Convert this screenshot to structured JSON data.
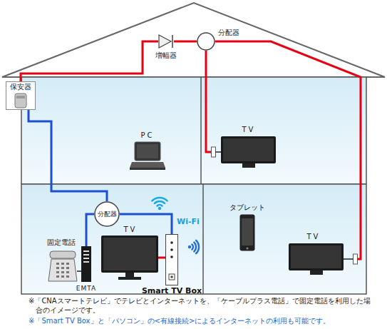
{
  "diagram": {
    "nodes": [
      {
        "text": [
          "増幅器"
        ]
      },
      {
        "text": [
          "分配器"
        ]
      },
      {
        "text": [
          "保安器"
        ]
      },
      {
        "text": [
          "PC"
        ]
      },
      {
        "text": [
          "TV"
        ]
      },
      {
        "text": [
          "分配器"
        ]
      },
      {
        "text": [
          "タブレット"
        ]
      },
      {
        "text": [
          "固定電話"
        ]
      },
      {
        "text": [
          "TV"
        ]
      },
      {
        "text": [
          "TV"
        ]
      },
      {
        "text": [
          "EMTA"
        ]
      },
      {
        "text": [
          "Smart TV Box"
        ]
      }
    ],
    "edges": [
      {
        "from": 2,
        "to": 0,
        "arrow": "none"
      },
      {
        "from": 0,
        "to": 1,
        "arrow": "none"
      },
      {
        "from": 1,
        "to": 4,
        "arrow": "none"
      },
      {
        "from": 1,
        "to": 9,
        "arrow": "none"
      },
      {
        "from": 2,
        "to": 5,
        "arrow": "none"
      },
      {
        "from": 5,
        "to": 10,
        "arrow": "none"
      },
      {
        "from": 5,
        "to": 11,
        "arrow": "none"
      },
      {
        "from": 10,
        "to": 7,
        "arrow": "none"
      },
      {
        "from": 8,
        "to": 11,
        "arrow": "none"
      }
    ],
    "labels": [
      "Wi-Fi",
      "※「CNAスマートテレビ」でテレビとインターネットを、「ケーブルプラス電話」で固定電話を利用した場合のイメージです。",
      "※「Smart TV Box」と「パソコン」の<有線接続>によるインターネットの利用も可能です。"
    ]
  }
}
